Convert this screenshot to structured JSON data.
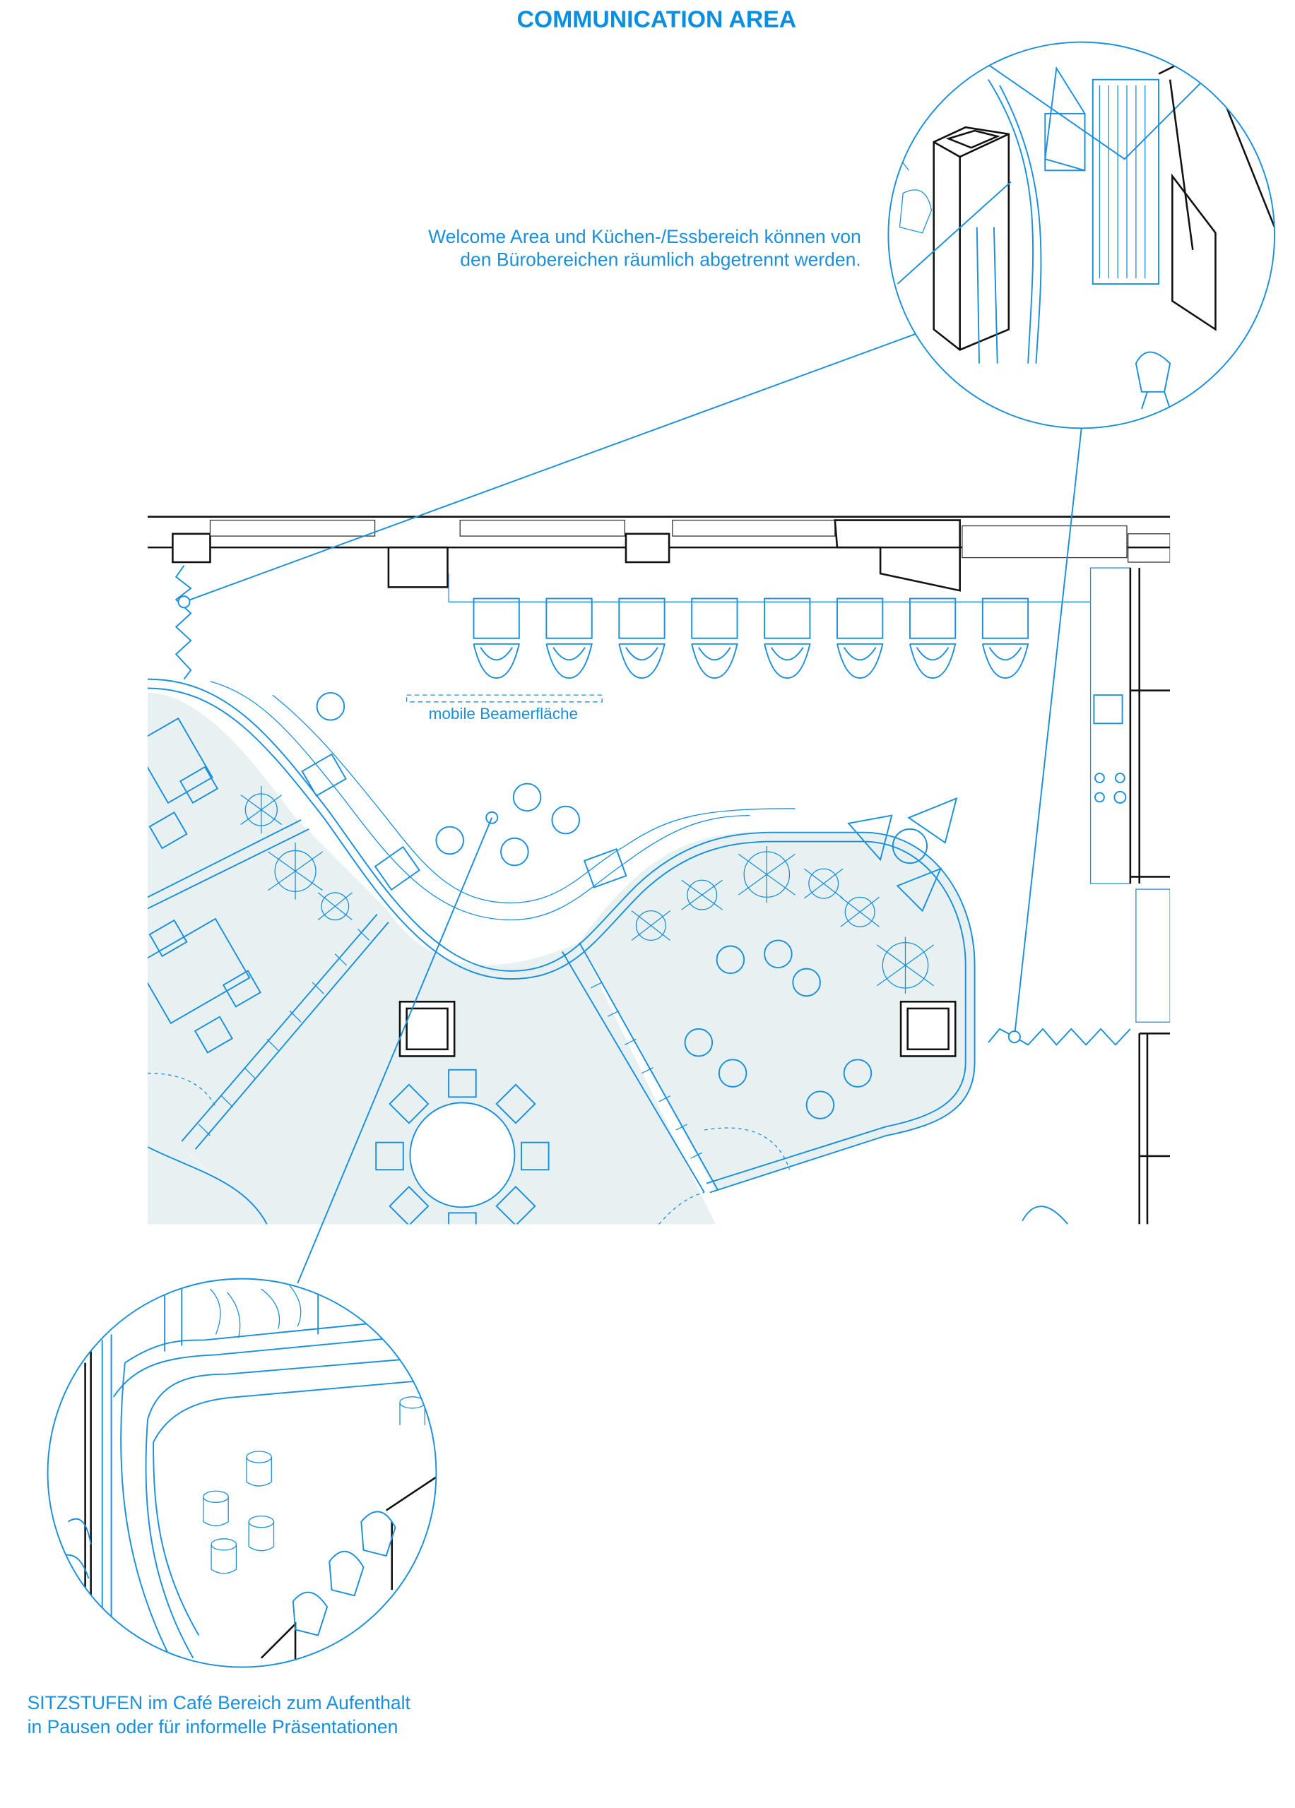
{
  "title": "COMMUNICATION AREA",
  "notes": {
    "welcome_line1": "Welcome Area und Küchen-/Essbereich können von",
    "welcome_line2": "den Bürobereichen räumlich abgetrennt werden.",
    "sitzstufen_line1": "SITZSTUFEN im Café Bereich zum Aufenthalt",
    "sitzstufen_line2": "in Pausen oder für informelle Präsentationen"
  },
  "plan_labels": {
    "beamer": "mobile Beamerfläche"
  },
  "colors": {
    "accent": "#1a8fdc",
    "title": "#0a8fe0",
    "zone_fill": "#e7f1f1",
    "wall": "#111111"
  }
}
